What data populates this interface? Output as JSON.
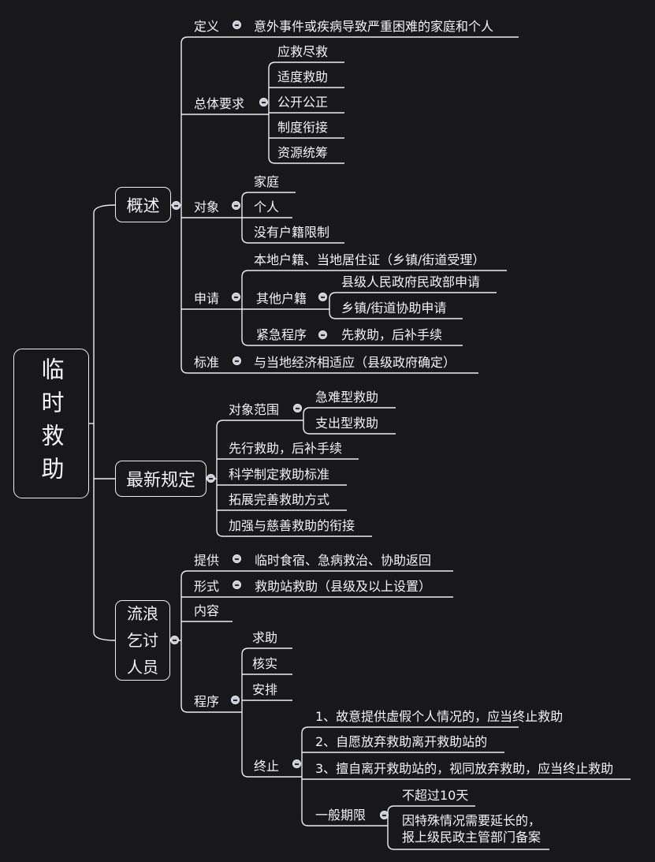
{
  "theme": {
    "background": "#18181b",
    "line_color": "#ecedf0",
    "text_color": "#f4f4f6",
    "dot_color": "#c9cad2"
  },
  "root": {
    "label": "临时救助"
  },
  "branches": [
    {
      "label": "概述",
      "children": [
        {
          "label": "定义",
          "content": "意外事件或疾病导致严重困难的家庭和个人"
        },
        {
          "label": "总体要求",
          "children": [
            {
              "label": "应救尽救"
            },
            {
              "label": "适度救助"
            },
            {
              "label": "公开公正"
            },
            {
              "label": "制度衔接"
            },
            {
              "label": "资源统筹"
            }
          ]
        },
        {
          "label": "对象",
          "children": [
            {
              "label": "家庭"
            },
            {
              "label": "个人"
            },
            {
              "label": "没有户籍限制"
            }
          ]
        },
        {
          "label": "申请",
          "children": [
            {
              "label": "本地户籍、当地居住证（乡镇/街道受理）"
            },
            {
              "label": "其他户籍",
              "children": [
                {
                  "label": "县级人民政府民政部申请"
                },
                {
                  "label": "乡镇/街道协助申请"
                }
              ]
            },
            {
              "label": "紧急程序",
              "content": "先救助，后补手续"
            }
          ]
        },
        {
          "label": "标准",
          "content": "与当地经济相适应（县级政府确定）"
        }
      ]
    },
    {
      "label": "最新规定",
      "children": [
        {
          "label": "对象范围",
          "children": [
            {
              "label": "急难型救助"
            },
            {
              "label": "支出型救助"
            }
          ]
        },
        {
          "label": "先行救助，后补手续"
        },
        {
          "label": "科学制定救助标准"
        },
        {
          "label": "拓展完善救助方式"
        },
        {
          "label": "加强与慈善救助的衔接"
        }
      ]
    },
    {
      "label": "流浪乞讨人员",
      "children": [
        {
          "label": "提供",
          "content": "临时食宿、急病救治、协助返回"
        },
        {
          "label": "形式",
          "content": "救助站救助（县级及以上设置）"
        },
        {
          "label": "内容"
        },
        {
          "label": "程序",
          "children": [
            {
              "label": "求助"
            },
            {
              "label": "核实"
            },
            {
              "label": "安排"
            },
            {
              "label": "终止",
              "children": [
                {
                  "label": "1、故意提供虚假个人情况的，应当终止救助"
                },
                {
                  "label": "2、自愿放弃救助离开救助站的"
                },
                {
                  "label": "3、擅自离开救助站的，视同放弃救助，应当终止救助"
                },
                {
                  "label": "一般期限",
                  "children": [
                    {
                      "label": "不超过10天"
                    },
                    {
                      "label": "因特殊情况需要延长的，报上级民政主管部门备案",
                      "lines": [
                        "因特殊情况需要延长的，",
                        "报上级民政主管部门备案"
                      ]
                    }
                  ]
                }
              ]
            }
          ]
        }
      ]
    }
  ]
}
